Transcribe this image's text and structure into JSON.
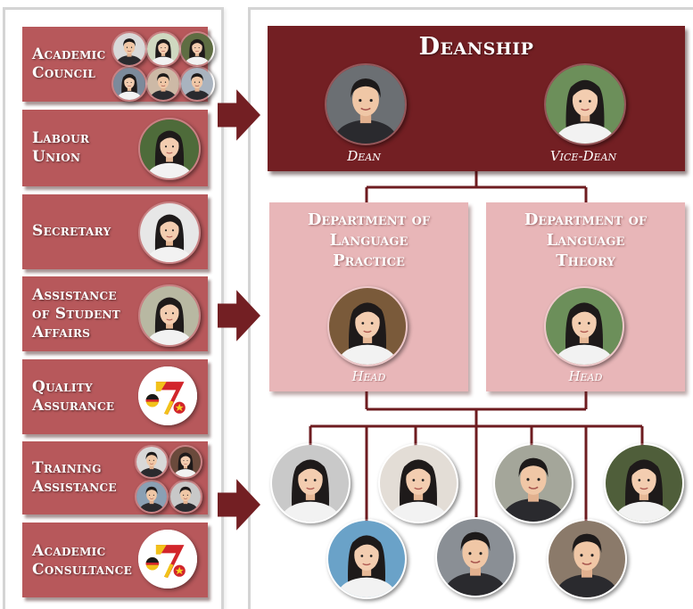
{
  "left_units": [
    {
      "label": "Academic\nCouncil",
      "photos": 6
    },
    {
      "label": "Labour\nUnion",
      "photos": 1
    },
    {
      "label": "Secretary",
      "photos": 1
    },
    {
      "label": "Assistance\nof Student\nAffairs",
      "photos": 1
    },
    {
      "label": "Quality\nAssurance",
      "logo": true
    },
    {
      "label": "Training\nAssistance",
      "photos": 4
    },
    {
      "label": "Academic\nConsultance",
      "logo": true
    }
  ],
  "deanship": {
    "title": "Deanship",
    "dean_label": "Dean",
    "vice_dean_label": "Vice-Dean"
  },
  "departments": [
    {
      "title": "Department of\nLanguage\nPractice",
      "head_label": "Head"
    },
    {
      "title": "Department of\nLanguage\nTheory",
      "head_label": "Head"
    }
  ],
  "colors": {
    "unit_fill": "#b7585b",
    "deanship_fill": "#731f23",
    "department_fill": "#e8b6b8",
    "connector": "#6e1c20"
  },
  "icons": [
    "person-photo",
    "faculty-logo",
    "right-arrow"
  ]
}
